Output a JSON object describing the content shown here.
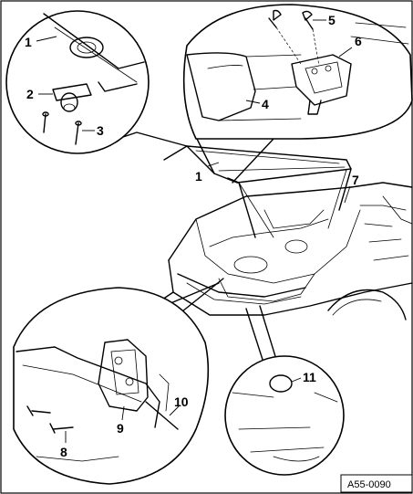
{
  "callouts": [
    {
      "id": "c1a",
      "text": "1"
    },
    {
      "id": "c2",
      "text": "2"
    },
    {
      "id": "c3",
      "text": "3"
    },
    {
      "id": "c4",
      "text": "4"
    },
    {
      "id": "c5",
      "text": "5"
    },
    {
      "id": "c6",
      "text": "6"
    },
    {
      "id": "c1b",
      "text": "1"
    },
    {
      "id": "c7",
      "text": "7"
    },
    {
      "id": "c8",
      "text": "8"
    },
    {
      "id": "c9",
      "text": "9"
    },
    {
      "id": "c10",
      "text": "10"
    },
    {
      "id": "c11",
      "text": "11"
    }
  ],
  "figure_code": "A55-0090"
}
